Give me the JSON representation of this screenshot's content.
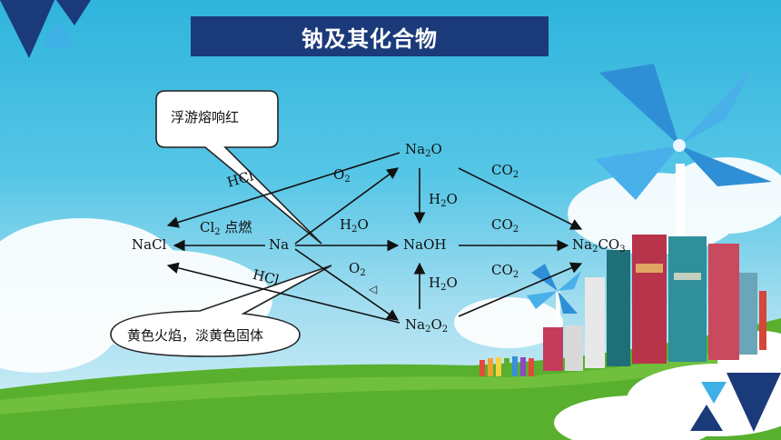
{
  "title": "钠及其化合物",
  "colors": {
    "title_bg": "#1b3a7a",
    "sky_top": "#2fb4dc",
    "grass": "#58b02e",
    "pinwheel": "#3aa0e0"
  },
  "callouts": {
    "top": "浮游熔响红",
    "bottom": "黄色火焰，淡黄色固体"
  },
  "species": {
    "na": "Na",
    "nacl": "NaCl",
    "na2o": {
      "base": "Na",
      "sub": "2",
      "tail": "O"
    },
    "naoh": "NaOH",
    "na2o2": {
      "base": "Na",
      "sub": "2",
      "tail": "O",
      "sub2": "2"
    },
    "na2co3": {
      "base": "Na",
      "sub": "2",
      "tail": "CO",
      "sub2": "3"
    }
  },
  "conditions": {
    "hcl_top": "HCl",
    "hcl_bottom": "HCl",
    "o2_top": {
      "base": "O",
      "sub": "2"
    },
    "o2_bottom": {
      "base": "O",
      "sub": "2",
      "mark": "◁"
    },
    "cl2": {
      "base": "Cl",
      "sub": "2",
      "tail": " 点燃"
    },
    "h2o_na": {
      "base": "H",
      "sub": "2",
      "tail": "O"
    },
    "h2o_na2o": {
      "base": "H",
      "sub": "2",
      "tail": "O"
    },
    "h2o_na2o2": {
      "base": "H",
      "sub": "2",
      "tail": "O"
    },
    "co2_top": {
      "base": "CO",
      "sub": "2"
    },
    "co2_mid": {
      "base": "CO",
      "sub": "2"
    },
    "co2_bottom": {
      "base": "CO",
      "sub": "2"
    }
  }
}
